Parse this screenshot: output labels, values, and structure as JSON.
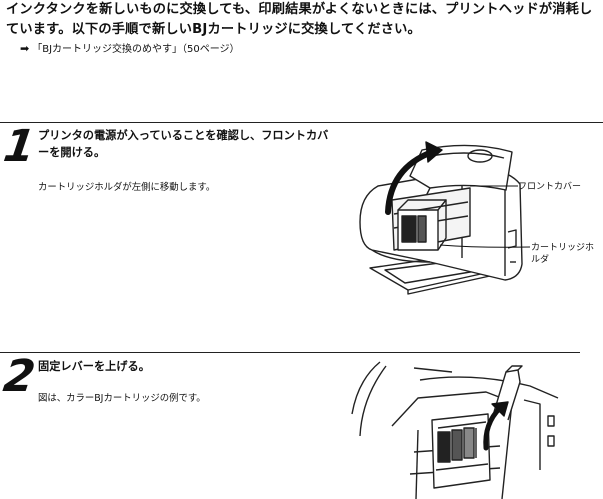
{
  "intro": {
    "text": "インクタンクを新しいものに交換しても、印刷結果がよくないときには、プリントヘッドが消耗しています。以下の手順で新しいBJカートリッジに交換してください。"
  },
  "reference": {
    "icon": "right-arrow-icon",
    "text": "「BJカートリッジ交換のめやす」（50ページ）"
  },
  "steps": [
    {
      "number": "1",
      "title": "プリンタの電源が入っていることを確認し、フロントカバーを開ける。",
      "description": "カートリッジホルダが左側に移動します。",
      "callouts": [
        "フロントカバー",
        "カートリッジホルダ"
      ]
    },
    {
      "number": "2",
      "title": "固定レバーを上げる。",
      "description": "図は、カラーBJカートリッジの例です。"
    }
  ],
  "colors": {
    "text": "#111111",
    "rule": "#222222",
    "background": "#ffffff"
  }
}
